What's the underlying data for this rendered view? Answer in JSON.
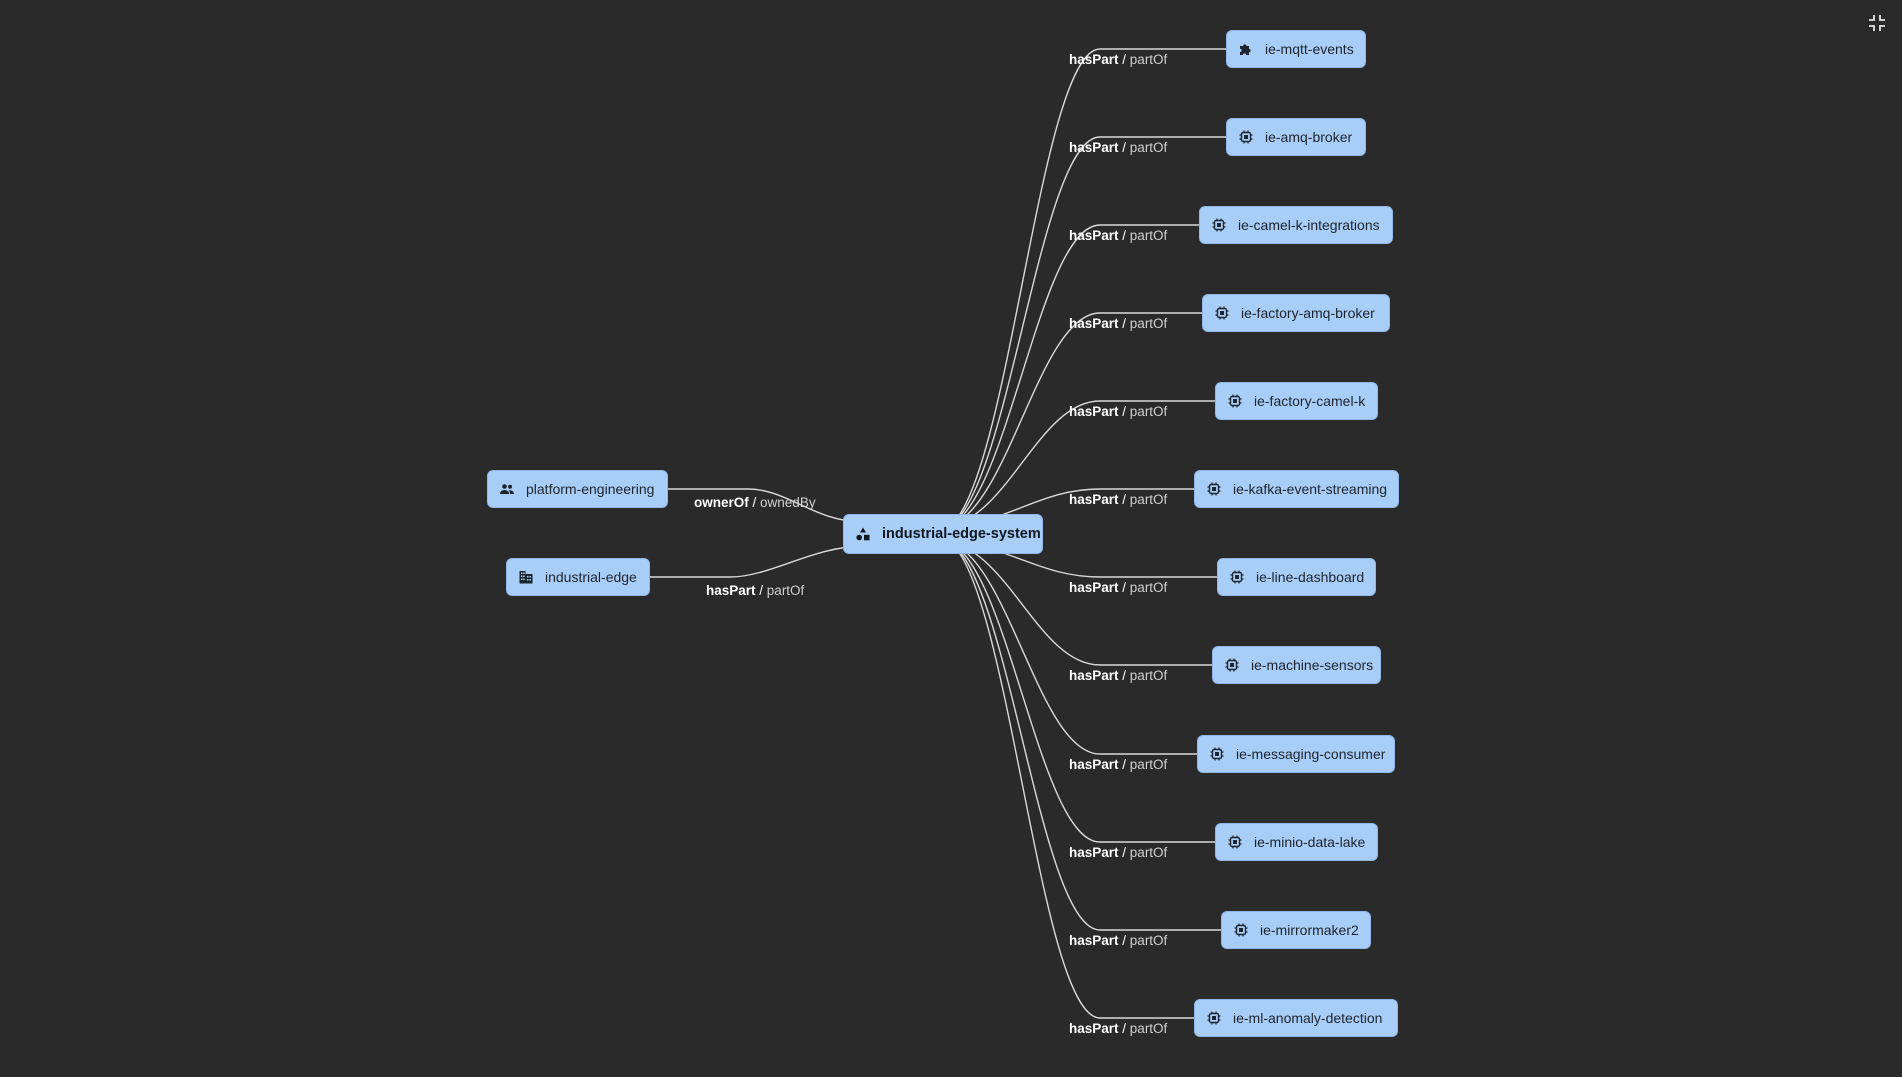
{
  "root": {
    "label": "industrial-edge-system",
    "icon": "system-icon"
  },
  "left_nodes": [
    {
      "label": "platform-engineering",
      "icon": "group-icon",
      "relation": "ownerOf",
      "inverse": "ownedBy"
    },
    {
      "label": "industrial-edge",
      "icon": "domain-icon",
      "relation": "hasPart",
      "inverse": "partOf"
    }
  ],
  "right_nodes": [
    {
      "label": "ie-mqtt-events",
      "icon": "api-icon",
      "relation": "hasPart",
      "inverse": "partOf"
    },
    {
      "label": "ie-amq-broker",
      "icon": "component-icon",
      "relation": "hasPart",
      "inverse": "partOf"
    },
    {
      "label": "ie-camel-k-integrations",
      "icon": "component-icon",
      "relation": "hasPart",
      "inverse": "partOf"
    },
    {
      "label": "ie-factory-amq-broker",
      "icon": "component-icon",
      "relation": "hasPart",
      "inverse": "partOf"
    },
    {
      "label": "ie-factory-camel-k",
      "icon": "component-icon",
      "relation": "hasPart",
      "inverse": "partOf"
    },
    {
      "label": "ie-kafka-event-streaming",
      "icon": "component-icon",
      "relation": "hasPart",
      "inverse": "partOf"
    },
    {
      "label": "ie-line-dashboard",
      "icon": "component-icon",
      "relation": "hasPart",
      "inverse": "partOf"
    },
    {
      "label": "ie-machine-sensors",
      "icon": "component-icon",
      "relation": "hasPart",
      "inverse": "partOf"
    },
    {
      "label": "ie-messaging-consumer",
      "icon": "component-icon",
      "relation": "hasPart",
      "inverse": "partOf"
    },
    {
      "label": "ie-minio-data-lake",
      "icon": "component-icon",
      "relation": "hasPart",
      "inverse": "partOf"
    },
    {
      "label": "ie-mirrormaker2",
      "icon": "component-icon",
      "relation": "hasPart",
      "inverse": "partOf"
    },
    {
      "label": "ie-ml-anomaly-detection",
      "icon": "component-icon",
      "relation": "hasPart",
      "inverse": "partOf"
    }
  ],
  "controls": {
    "collapse_icon": "collapse-icon"
  },
  "colors": {
    "background": "#2a2a2a",
    "node_fill": "#a8cdf6",
    "edge": "#d9d9d9"
  }
}
